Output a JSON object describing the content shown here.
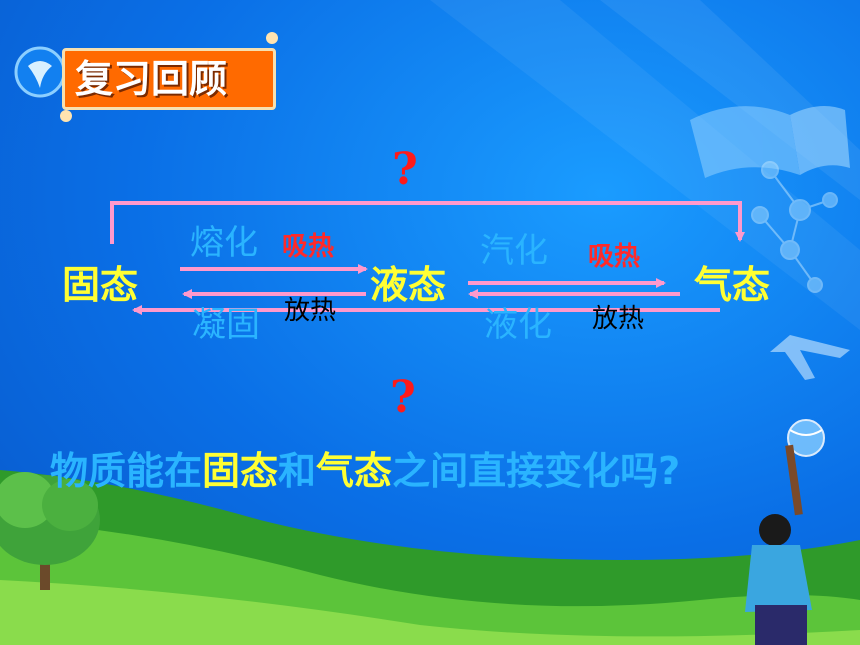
{
  "title": "复习回顾",
  "states": {
    "solid": "固态",
    "liquid": "液态",
    "gas": "气态"
  },
  "processes": {
    "melting": "熔化",
    "solidification": "凝固",
    "vaporization": "汽化",
    "liquefaction": "液化"
  },
  "heat": {
    "absorb_1": "吸热",
    "release_1": "放热",
    "absorb_2": "吸热",
    "release_2": "放热"
  },
  "question_marks": {
    "top": "?",
    "bottom": "?"
  },
  "question": {
    "part1": "物质能在",
    "solid": "固态",
    "part2": "和",
    "gas": "气态",
    "part3": "之间直接变化吗?"
  },
  "colors": {
    "background": "#0a6fe6",
    "state_text": "#ffff33",
    "process_text": "#2ab4ff",
    "absorb_text": "#ff2a2a",
    "release_text": "#000000",
    "arrow": "#ff99cc",
    "title_box": "#ff6a00",
    "question_mark": "#ff1a1a"
  }
}
